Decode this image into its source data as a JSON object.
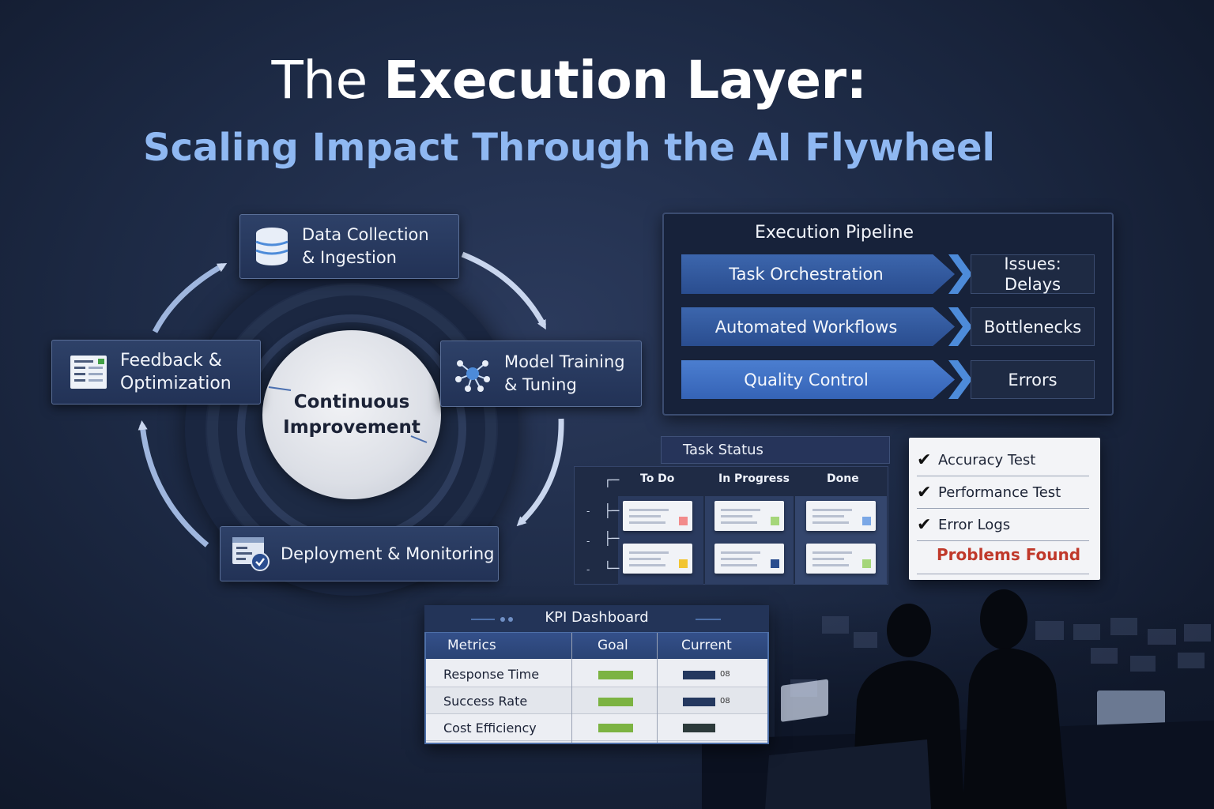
{
  "header": {
    "title_light": "The ",
    "title_bold": "Execution Layer:",
    "subtitle": "Scaling Impact Through the AI Flywheel"
  },
  "flywheel": {
    "center_label": "Continuous Improvement",
    "nodes": [
      {
        "id": "data",
        "label": "Data Collection\n& Ingestion",
        "icon": "database-icon"
      },
      {
        "id": "model",
        "label": "Model Training\n& Tuning",
        "icon": "network-icon"
      },
      {
        "id": "deploy",
        "label": "Deployment & Monitoring",
        "icon": "monitor-icon"
      },
      {
        "id": "feedback",
        "label": "Feedback &\nOptimization",
        "icon": "form-icon"
      }
    ]
  },
  "pipeline": {
    "title": "Execution Pipeline",
    "stages": [
      {
        "label": "Task Orchestration",
        "issue": "Issues:\nDelays"
      },
      {
        "label": "Automated Workflows",
        "issue": "Bottlenecks"
      },
      {
        "label": "Quality Control",
        "issue": "Errors"
      }
    ]
  },
  "task_status": {
    "title": "Task Status",
    "columns": [
      "To Do",
      "In Progress",
      "Done"
    ]
  },
  "tests": {
    "items": [
      "Accuracy Test",
      "Performance Test",
      "Error Logs"
    ],
    "result": "Problems Found",
    "result_color": "#c0392b"
  },
  "kpi": {
    "title": "KPI Dashboard",
    "columns": [
      "Metrics",
      "Goal",
      "Current"
    ],
    "rows": [
      {
        "metric": "Response Time",
        "current_text": "08"
      },
      {
        "metric": "Success Rate",
        "current_text": "08"
      },
      {
        "metric": "Cost Efficiency",
        "current_text": ""
      }
    ]
  },
  "colors": {
    "accent_blue": "#8fb8f2",
    "bar_blue": "#2a4d8f",
    "goal_green": "#7cb342",
    "background": "#1d2a45"
  }
}
